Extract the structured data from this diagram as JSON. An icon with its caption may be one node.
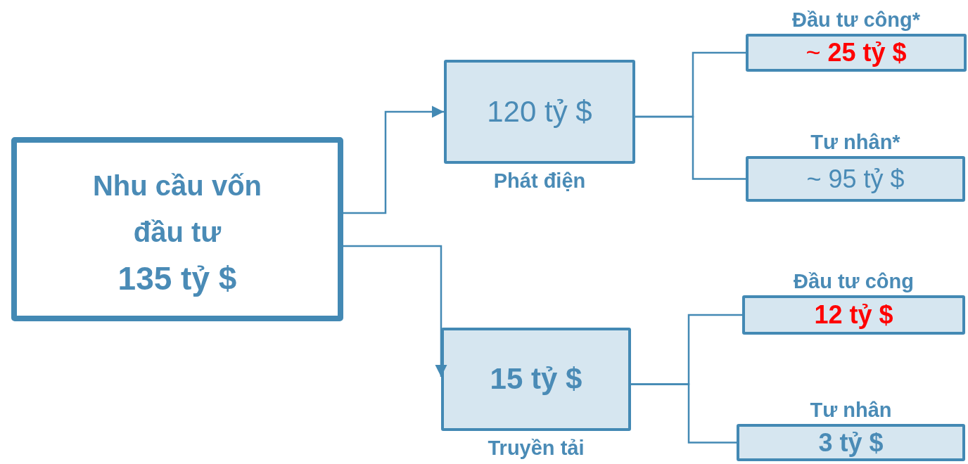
{
  "diagram": {
    "nodes": [
      {
        "text": [
          "Nhu cầu vốn đầu tư",
          "135 tỷ $"
        ]
      },
      {
        "text": [
          "120 tỷ $"
        ],
        "beside": [
          "Phát điện"
        ]
      },
      {
        "text": [
          "15 tỷ $"
        ],
        "beside": [
          "Truyền tải"
        ]
      },
      {
        "text": [
          "Đầu tư công*",
          "~ **25 tỷ $**"
        ]
      },
      {
        "text": [
          "Tư nhân*",
          "~ 95 tỷ $"
        ]
      },
      {
        "text": [
          "Đầu tư công",
          "12 tỷ $"
        ]
      },
      {
        "text": [
          "Tư nhân",
          "3 tỷ $"
        ]
      }
    ],
    "edges": [
      {
        "from": 0,
        "to": 1,
        "arrow": "to"
      },
      {
        "from": 0,
        "to": 2,
        "arrow": "to"
      },
      {
        "from": 1,
        "to": 3,
        "arrow": "none"
      },
      {
        "from": 1,
        "to": 4,
        "arrow": "none"
      },
      {
        "from": 2,
        "to": 5,
        "arrow": "none"
      },
      {
        "from": 2,
        "to": 6,
        "arrow": "none"
      }
    ]
  }
}
